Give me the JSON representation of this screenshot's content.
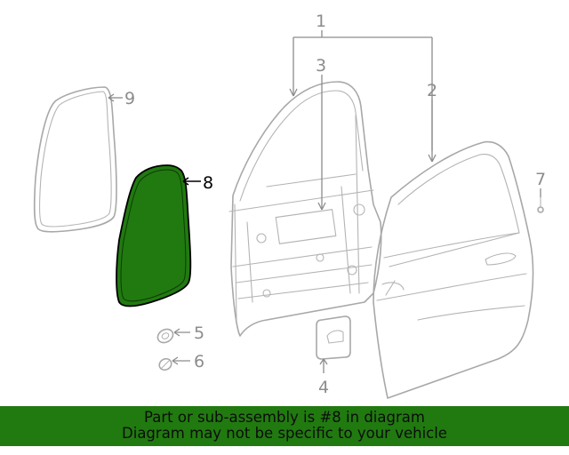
{
  "diagram": {
    "callouts": {
      "c1": "1",
      "c2": "2",
      "c3": "3",
      "c4": "4",
      "c5": "5",
      "c6": "6",
      "c7": "7",
      "c8": "8",
      "c9": "9"
    },
    "highlighted_part": "8",
    "highlight_color": "#217a10",
    "line_color": "#a8a8a8"
  },
  "footer": {
    "line1": "Part or sub-assembly is #8 in diagram",
    "line2": "Diagram may not be specific to your vehicle",
    "background": "#217a10"
  }
}
